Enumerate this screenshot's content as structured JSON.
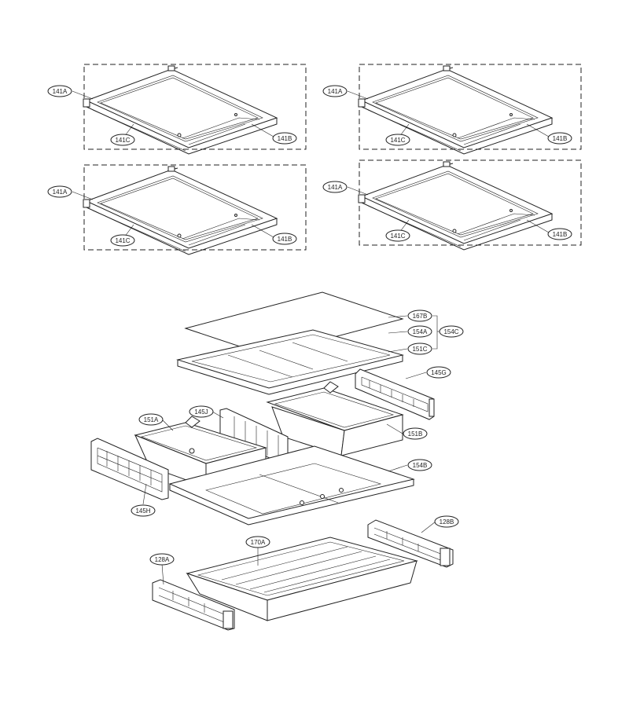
{
  "labels": {
    "p141A": "141A",
    "p141B": "141B",
    "p141C": "141C",
    "p167B": "167B",
    "p154A": "154A",
    "p154C": "154C",
    "p151C": "151C",
    "p145G": "145G",
    "p145J": "145J",
    "p151A": "151A",
    "p151B": "151B",
    "p154B": "154B",
    "p145H": "145H",
    "p128B": "128B",
    "p170A": "170A",
    "p128A": "128A"
  }
}
